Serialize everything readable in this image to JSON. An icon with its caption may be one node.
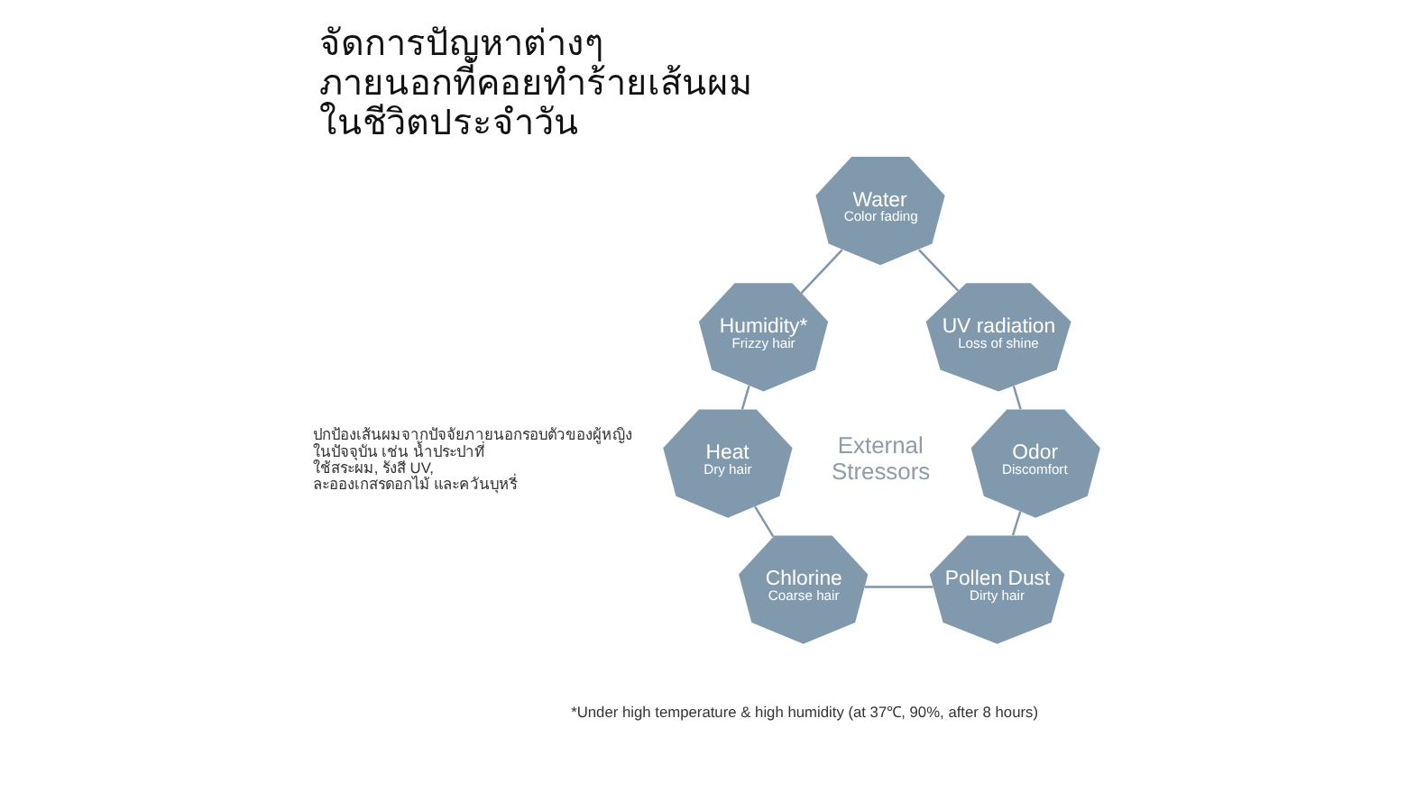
{
  "diagram": {
    "title": "จัดการปัญหาต่างๆ ภายนอกที่คอยทำร้ายเส้นผม ในชีวิตประจำวัน",
    "nodes": [
      {
        "text": [
          "Water",
          "Color fading"
        ]
      },
      {
        "text": [
          "Humidity*",
          "Frizzy hair"
        ]
      },
      {
        "text": [
          "UV radiation",
          "Loss of shine"
        ]
      },
      {
        "text": [
          "Heat",
          "Dry hair"
        ]
      },
      {
        "text": [
          "Odor",
          "Discomfort"
        ]
      },
      {
        "text": [
          "Chlorine",
          "Coarse hair"
        ]
      },
      {
        "text": [
          "Pollen Dust",
          "Dirty hair"
        ]
      }
    ],
    "edges": [
      {
        "from": 0,
        "to": 1,
        "arrow": "none"
      },
      {
        "from": 0,
        "to": 2,
        "arrow": "none"
      },
      {
        "from": 1,
        "to": 3,
        "arrow": "none"
      },
      {
        "from": 2,
        "to": 4,
        "arrow": "none"
      },
      {
        "from": 3,
        "to": 5,
        "arrow": "none"
      },
      {
        "from": 4,
        "to": 6,
        "arrow": "none"
      },
      {
        "from": 5,
        "to": 6,
        "arrow": "none"
      }
    ],
    "labels": [
      "ปกป้องเส้นผมจากปัจจัยภายนอกรอบตัวของผู้หญิง ในปัจจุบัน เช่น น้ำประปาที่ ใช้สระผม, รังสี UV, ละอองเกสรดอกไม้ และควันบุหรี่",
      "External Stressors",
      "*Under high temperature & high humidity (at 37℃, 90%, after 8 hours)"
    ]
  }
}
